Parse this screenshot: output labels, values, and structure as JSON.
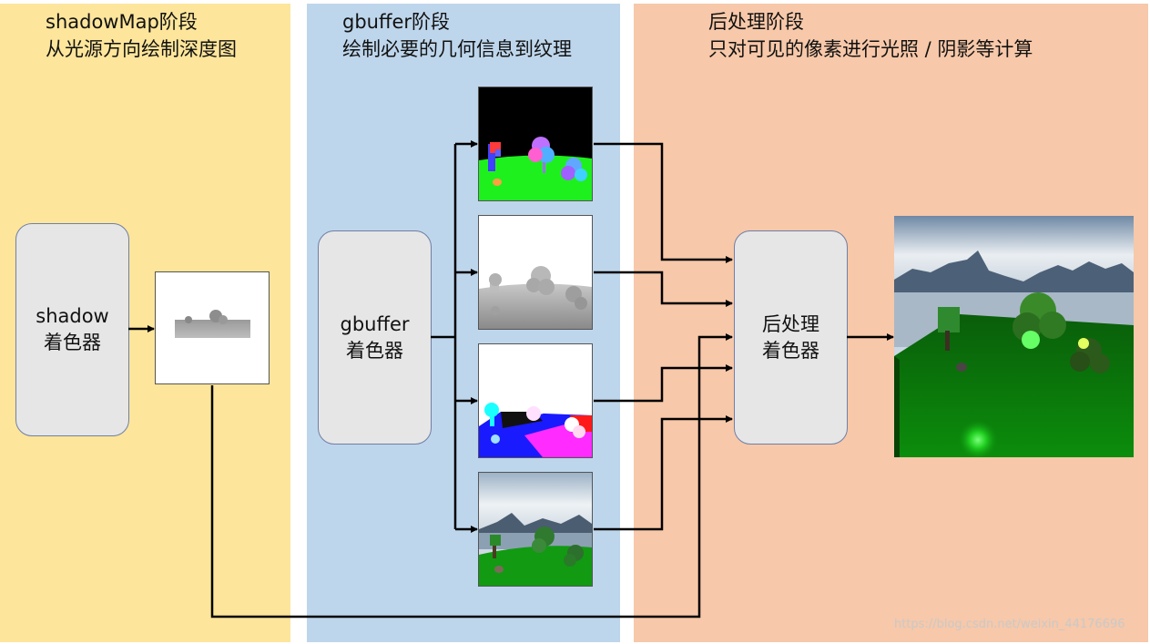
{
  "stages": {
    "shadow": {
      "title": "shadowMap阶段",
      "subtitle": "从光源方向绘制深度图",
      "color": "#fde59b"
    },
    "gbuffer": {
      "title": "gbuffer阶段",
      "subtitle": "绘制必要的几何信息到纹理",
      "color": "#bed6ec"
    },
    "post": {
      "title": "后处理阶段",
      "subtitle": "只对可见的像素进行光照 / 阴影等计算",
      "color": "#f7c8a9"
    }
  },
  "shaders": {
    "shadow": {
      "line1": "shadow",
      "line2": "着色器"
    },
    "gbuffer": {
      "line1": "gbuffer",
      "line2": "着色器"
    },
    "post": {
      "line1": "后处理",
      "line2": "着色器"
    }
  },
  "watermark": "https://blog.csdn.net/weixin_44176696"
}
